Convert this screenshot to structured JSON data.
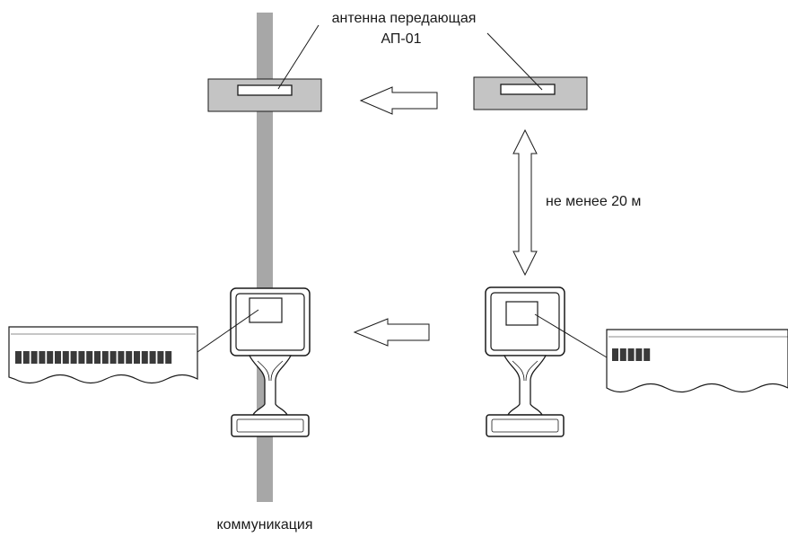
{
  "labels": {
    "antenna_line1": "антенна передающая",
    "antenna_line2": "АП-01",
    "distance": "не менее 20 м",
    "communication": "коммуникация"
  },
  "display_readings": {
    "left_bar_segments": 20,
    "right_bar_segments": 5
  },
  "colors": {
    "pipe": "#a7a7a7",
    "antenna_body": "#c4c4c4",
    "line": "#1a1a1a",
    "background": "#ffffff"
  }
}
